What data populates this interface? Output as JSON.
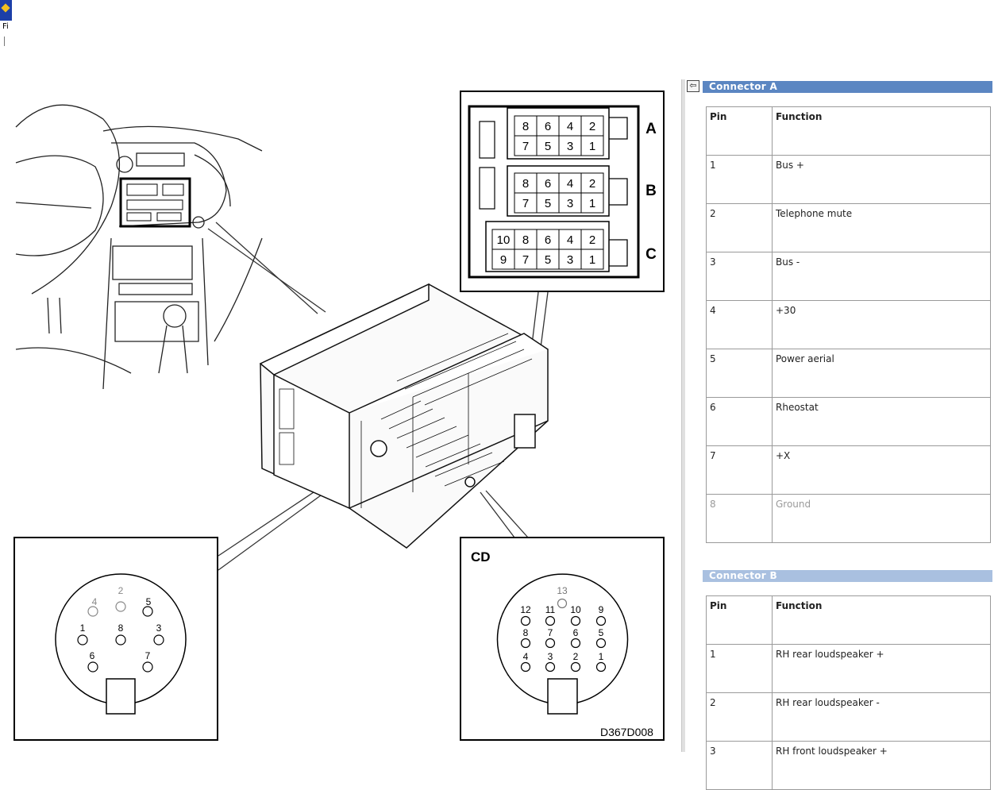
{
  "window": {
    "menu_label": "Fi"
  },
  "diagram": {
    "connector_labels": [
      "A",
      "B",
      "C"
    ],
    "connector_a_top": [
      "8",
      "6",
      "4",
      "2"
    ],
    "connector_a_bottom": [
      "7",
      "5",
      "3",
      "1"
    ],
    "connector_b_top": [
      "8",
      "6",
      "4",
      "2"
    ],
    "connector_b_bottom": [
      "7",
      "5",
      "3",
      "1"
    ],
    "connector_c_top": [
      "10",
      "8",
      "6",
      "4",
      "2"
    ],
    "connector_c_bottom": [
      "9",
      "7",
      "5",
      "3",
      "1"
    ],
    "din_pins": [
      "1",
      "2",
      "3",
      "4",
      "5",
      "6",
      "7",
      "8"
    ],
    "cd_label": "CD",
    "cd_pins": [
      "1",
      "2",
      "3",
      "4",
      "5",
      "6",
      "7",
      "8",
      "9",
      "10",
      "11",
      "12",
      "13"
    ],
    "ref_code": "D367D008"
  },
  "panel": {
    "connector_a": {
      "title": "Connector A",
      "col_pin": "Pin",
      "col_function": "Function",
      "rows": [
        {
          "pin": "1",
          "function": "Bus +"
        },
        {
          "pin": "2",
          "function": "Telephone mute"
        },
        {
          "pin": "3",
          "function": "Bus -"
        },
        {
          "pin": "4",
          "function": "+30"
        },
        {
          "pin": "5",
          "function": "Power aerial"
        },
        {
          "pin": "6",
          "function": "Rheostat"
        },
        {
          "pin": "7",
          "function": "+X"
        },
        {
          "pin": "8",
          "function": "Ground"
        }
      ]
    },
    "connector_b": {
      "title": "Connector B",
      "col_pin": "Pin",
      "col_function": "Function",
      "rows": [
        {
          "pin": "1",
          "function": "RH rear loudspeaker +"
        },
        {
          "pin": "2",
          "function": "RH rear loudspeaker -"
        },
        {
          "pin": "3",
          "function": "RH front loudspeaker +"
        }
      ]
    }
  }
}
